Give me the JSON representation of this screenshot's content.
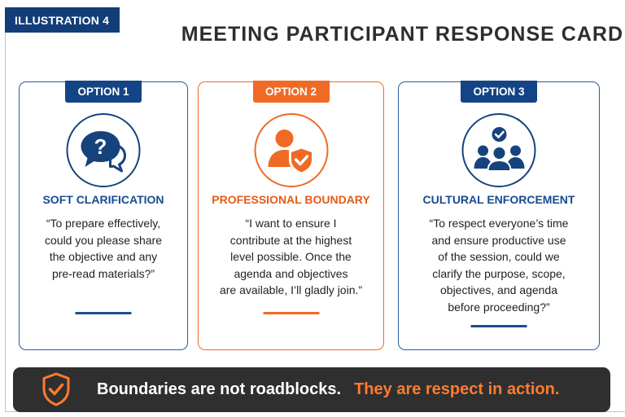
{
  "header": {
    "tag": "ILLUSTRATION 4",
    "title": "MEETING PARTICIPANT RESPONSE CARD"
  },
  "colors": {
    "navy": "#134586",
    "orange": "#ef6a25",
    "banner_bg": "#2f2f30"
  },
  "options": [
    {
      "badge": "OPTION 1",
      "icon": "question-chat-bubble-icon",
      "title": "SOFT CLARIFICATION",
      "lines": [
        "“To prepare effectively,",
        "could you please share",
        "the objective and any",
        "pre-read materials?”"
      ]
    },
    {
      "badge": "OPTION 2",
      "icon": "person-shield-check-icon",
      "title": "PROFESSIONAL BOUNDARY",
      "lines": [
        "“I want to ensure I",
        "contribute at the highest",
        "level possible. Once the",
        "agenda and objectives",
        "are available, I’ll gladly join.”"
      ]
    },
    {
      "badge": "OPTION 3",
      "icon": "group-check-icon",
      "title": "CULTURAL ENFORCEMENT",
      "lines": [
        "“To respect everyone’s time",
        "and ensure productive use",
        "of the session, could we",
        "clarify the purpose, scope,",
        "objectives, and agenda",
        "before proceeding?”"
      ]
    }
  ],
  "banner": {
    "icon": "shield-check-icon",
    "part1": "Boundaries are not roadblocks.",
    "part2": "They are respect in action."
  }
}
